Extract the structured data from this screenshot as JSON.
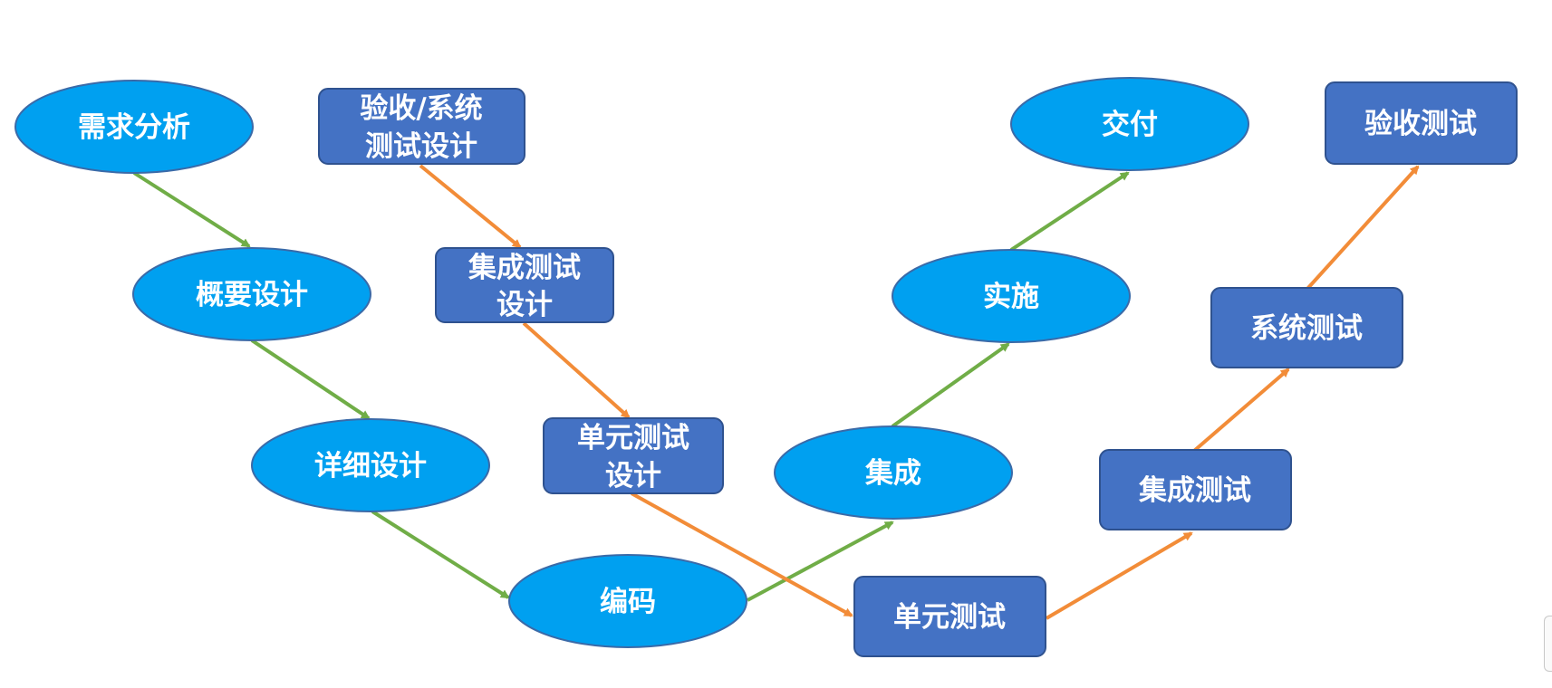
{
  "colors": {
    "dev_node_fill": "#00A0F0",
    "test_node_fill": "#4472C4",
    "dev_arrow": "#70AD47",
    "test_arrow": "#F28C38",
    "text": "#FFFFFF"
  },
  "development": {
    "requirements": "需求分析",
    "outline_design": "概要设计",
    "detailed_design": "详细设计",
    "coding": "编码",
    "integration": "集成",
    "implementation": "实施",
    "delivery": "交付"
  },
  "testing": {
    "acceptance_system_test_design": [
      "验收/系统",
      "测试设计"
    ],
    "integration_test_design": [
      "集成测试",
      "设计"
    ],
    "unit_test_design": [
      "单元测试",
      "设计"
    ],
    "unit_test": "单元测试",
    "integration_test": "集成测试",
    "system_test": "系统测试",
    "acceptance_test": "验收测试"
  }
}
